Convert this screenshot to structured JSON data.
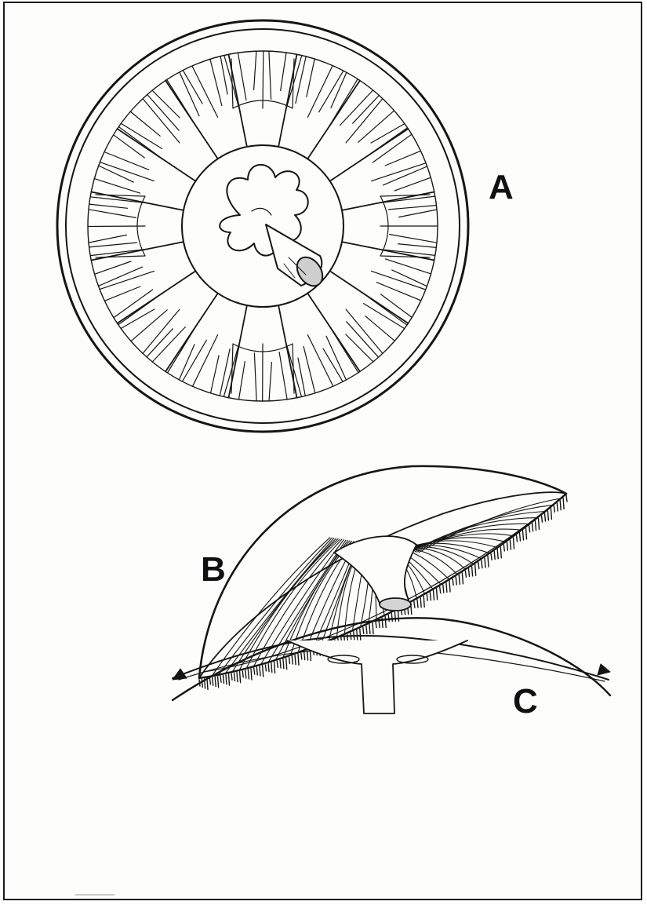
{
  "figure": {
    "labels": {
      "a": "A",
      "b": "B",
      "c": "C"
    },
    "ink_color": "#151515",
    "paper_color": "#fdfdfb"
  }
}
